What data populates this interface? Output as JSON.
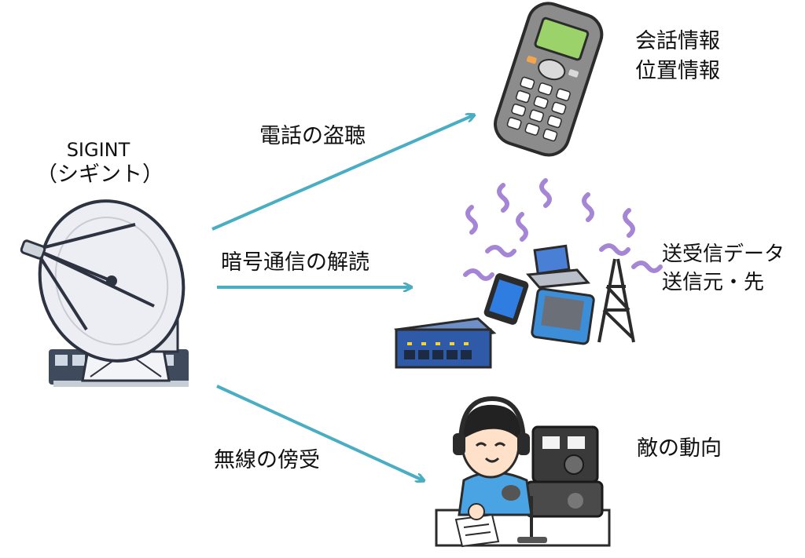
{
  "source": {
    "title": "SIGINT",
    "subtitle": "（シギント）"
  },
  "arrows": {
    "phone": "電話の盗聴",
    "crypto": "暗号通信の解読",
    "radio": "無線の傍受"
  },
  "results": {
    "phone_line1": "会話情報",
    "phone_line2": "位置情報",
    "network_line1": "送受信データ",
    "network_line2": "送信元・先",
    "radio_line1": "敵の動向"
  },
  "colors": {
    "arrow": "#4aaec2",
    "dish": "#e6e8ee",
    "phone_body": "#8c8c8c",
    "wave": "#a585d6"
  },
  "icons": [
    "satellite-dish-icon",
    "cordless-phone-icon",
    "network-devices-icon",
    "radio-operator-icon"
  ]
}
